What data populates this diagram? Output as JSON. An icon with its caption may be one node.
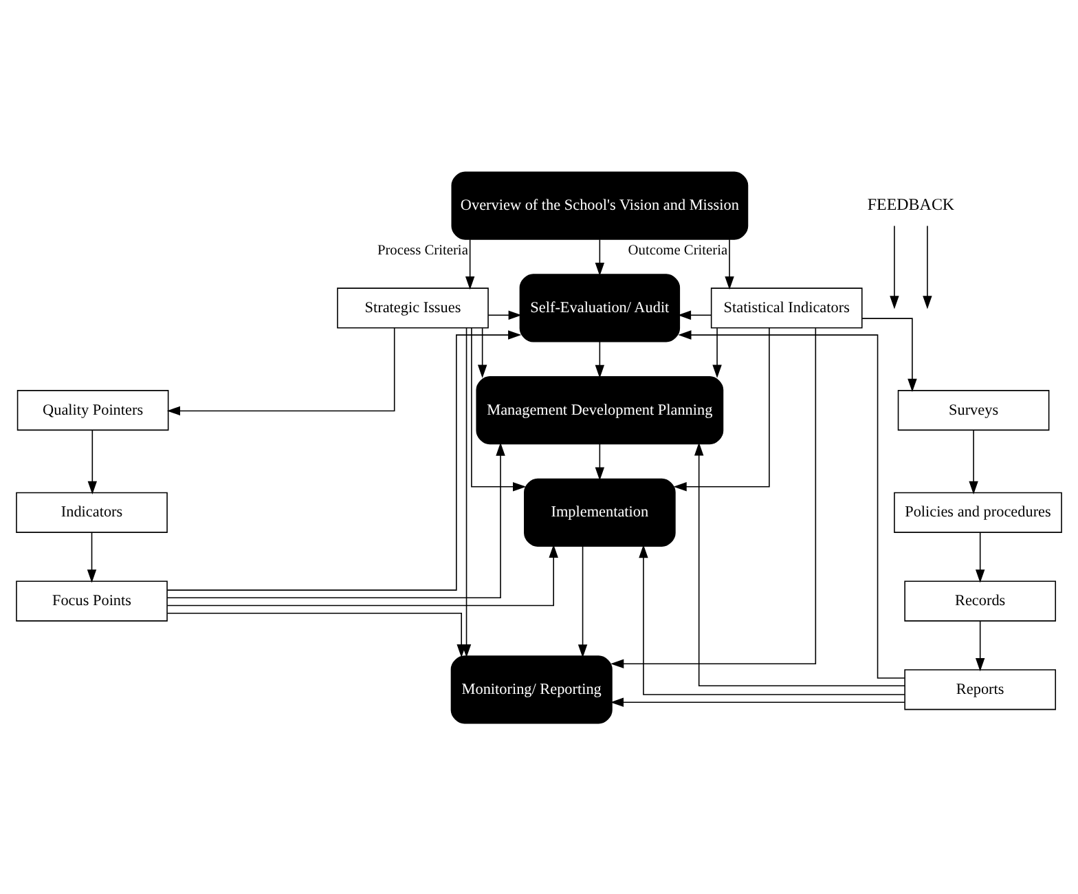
{
  "diagram": {
    "nodes": [
      {
        "text": [
          "Overview of the School's Vision and Mission"
        ]
      },
      {
        "text": [
          "Self-Evaluation/ Audit"
        ]
      },
      {
        "text": [
          "Management Development Planning"
        ]
      },
      {
        "text": [
          "Implementation"
        ]
      },
      {
        "text": [
          "Monitoring/ Reporting"
        ]
      },
      {
        "text": [
          "Strategic Issues"
        ]
      },
      {
        "text": [
          "Quality Pointers"
        ]
      },
      {
        "text": [
          "Indicators"
        ]
      },
      {
        "text": [
          "Focus Points"
        ]
      },
      {
        "text": [
          "Statistical Indicators"
        ]
      },
      {
        "text": [
          "Surveys"
        ]
      },
      {
        "text": [
          "Policies and procedures"
        ]
      },
      {
        "text": [
          "Records"
        ]
      },
      {
        "text": [
          "Reports"
        ]
      },
      {
        "text": [
          "FEEDBACK"
        ]
      }
    ],
    "edges": [
      {
        "from": 0,
        "to": 5,
        "arrow": "to",
        "label": "Process Criteria"
      },
      {
        "from": 0,
        "to": 9,
        "arrow": "to",
        "label": "Outcome Criteria"
      },
      {
        "from": 0,
        "to": 1,
        "arrow": "to"
      },
      {
        "from": 1,
        "to": 2,
        "arrow": "to"
      },
      {
        "from": 2,
        "to": 3,
        "arrow": "to"
      },
      {
        "from": 3,
        "to": 4,
        "arrow": "to"
      },
      {
        "from": 5,
        "to": 6,
        "arrow": "to"
      },
      {
        "from": 6,
        "to": 7,
        "arrow": "to"
      },
      {
        "from": 7,
        "to": 8,
        "arrow": "to"
      },
      {
        "from": 9,
        "to": 10,
        "arrow": "to"
      },
      {
        "from": 10,
        "to": 11,
        "arrow": "to"
      },
      {
        "from": 11,
        "to": 12,
        "arrow": "to"
      },
      {
        "from": 12,
        "to": 13,
        "arrow": "to"
      },
      {
        "from": 5,
        "to": 1,
        "arrow": "to"
      },
      {
        "from": 5,
        "to": 2,
        "arrow": "to"
      },
      {
        "from": 5,
        "to": 3,
        "arrow": "to"
      },
      {
        "from": 5,
        "to": 4,
        "arrow": "to"
      },
      {
        "from": 8,
        "to": 1,
        "arrow": "to"
      },
      {
        "from": 8,
        "to": 2,
        "arrow": "to"
      },
      {
        "from": 8,
        "to": 3,
        "arrow": "to"
      },
      {
        "from": 8,
        "to": 4,
        "arrow": "to"
      },
      {
        "from": 9,
        "to": 1,
        "arrow": "to"
      },
      {
        "from": 9,
        "to": 2,
        "arrow": "to"
      },
      {
        "from": 9,
        "to": 3,
        "arrow": "to"
      },
      {
        "from": 9,
        "to": 4,
        "arrow": "to"
      },
      {
        "from": 13,
        "to": 1,
        "arrow": "to"
      },
      {
        "from": 13,
        "to": 2,
        "arrow": "to"
      },
      {
        "from": 13,
        "to": 3,
        "arrow": "to"
      },
      {
        "from": 13,
        "to": 4,
        "arrow": "to"
      },
      {
        "from": 14,
        "to": null,
        "arrow": "to"
      },
      {
        "from": 14,
        "to": null,
        "arrow": "to"
      }
    ]
  }
}
